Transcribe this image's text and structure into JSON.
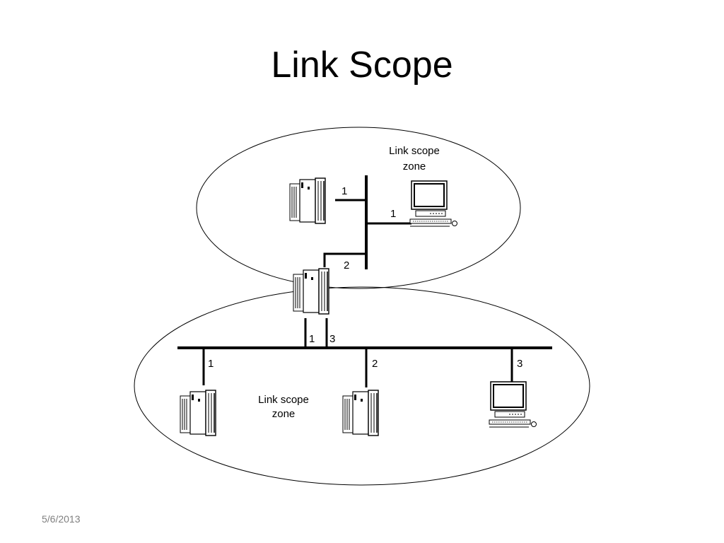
{
  "slide": {
    "title": "Link Scope",
    "date": "5/6/2013"
  },
  "diagram": {
    "zones": [
      {
        "id": "upper",
        "label_line1": "Link scope",
        "label_line2": "zone"
      },
      {
        "id": "lower",
        "label_line1": "Link scope",
        "label_line2": "zone"
      }
    ],
    "interface_labels": {
      "upper_server": "1",
      "upper_workstation": "1",
      "router_upper": "2",
      "router_lower_a": "1",
      "router_lower_b": "3",
      "lower_server_left": "1",
      "lower_server_mid": "2",
      "lower_workstation": "3"
    },
    "icons": {
      "server": "server-tower-icon",
      "workstation": "desktop-computer-icon",
      "router": "router-tower-icon"
    }
  }
}
